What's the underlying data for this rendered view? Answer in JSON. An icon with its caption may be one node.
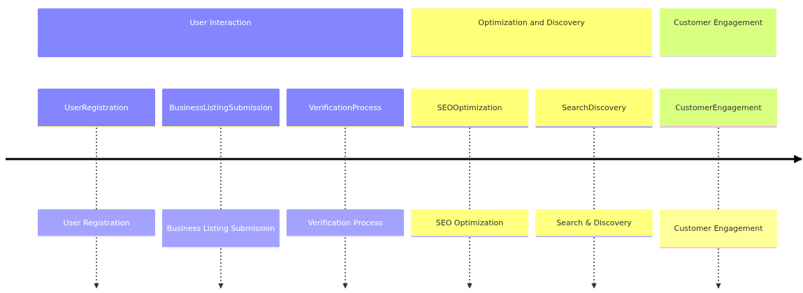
{
  "diagram": {
    "nodes": [
      {
        "text": [
          "User Interaction"
        ]
      },
      {
        "text": [
          "Optimization and Discovery"
        ]
      },
      {
        "text": [
          "Customer Engagement"
        ]
      },
      {
        "text": [
          "UserRegistration"
        ]
      },
      {
        "text": [
          "BusinessListingSubmission"
        ]
      },
      {
        "text": [
          "VerificationProcess"
        ]
      },
      {
        "text": [
          "SEOOptimization"
        ]
      },
      {
        "text": [
          "SearchDiscovery"
        ]
      },
      {
        "text": [
          "CustomerEngagement"
        ]
      },
      {
        "text": [
          "User Registration"
        ]
      },
      {
        "text": [
          "Business Listing Submission"
        ]
      },
      {
        "text": [
          "Verification Process"
        ]
      },
      {
        "text": [
          "SEO Optimization"
        ]
      },
      {
        "text": [
          "Search & Discovery"
        ]
      },
      {
        "text": [
          "Customer Engagement"
        ]
      }
    ],
    "edges": [
      {
        "from": 3,
        "to": 9,
        "arrow": "none",
        "style": "dashed"
      },
      {
        "from": 4,
        "to": 10,
        "arrow": "none",
        "style": "dashed"
      },
      {
        "from": 5,
        "to": 11,
        "arrow": "none",
        "style": "dashed"
      },
      {
        "from": 6,
        "to": 12,
        "arrow": "none",
        "style": "dashed"
      },
      {
        "from": 7,
        "to": 13,
        "arrow": "none",
        "style": "dashed"
      },
      {
        "from": 8,
        "to": 14,
        "arrow": "none",
        "style": "dashed"
      },
      {
        "from": 9,
        "to": null,
        "arrow": "to",
        "style": "dashed"
      },
      {
        "from": 10,
        "to": null,
        "arrow": "to",
        "style": "dashed"
      },
      {
        "from": 11,
        "to": null,
        "arrow": "to",
        "style": "dashed"
      },
      {
        "from": 12,
        "to": null,
        "arrow": "to",
        "style": "dashed"
      },
      {
        "from": 13,
        "to": null,
        "arrow": "to",
        "style": "dashed"
      },
      {
        "from": 14,
        "to": null,
        "arrow": "to",
        "style": "dashed"
      }
    ]
  }
}
